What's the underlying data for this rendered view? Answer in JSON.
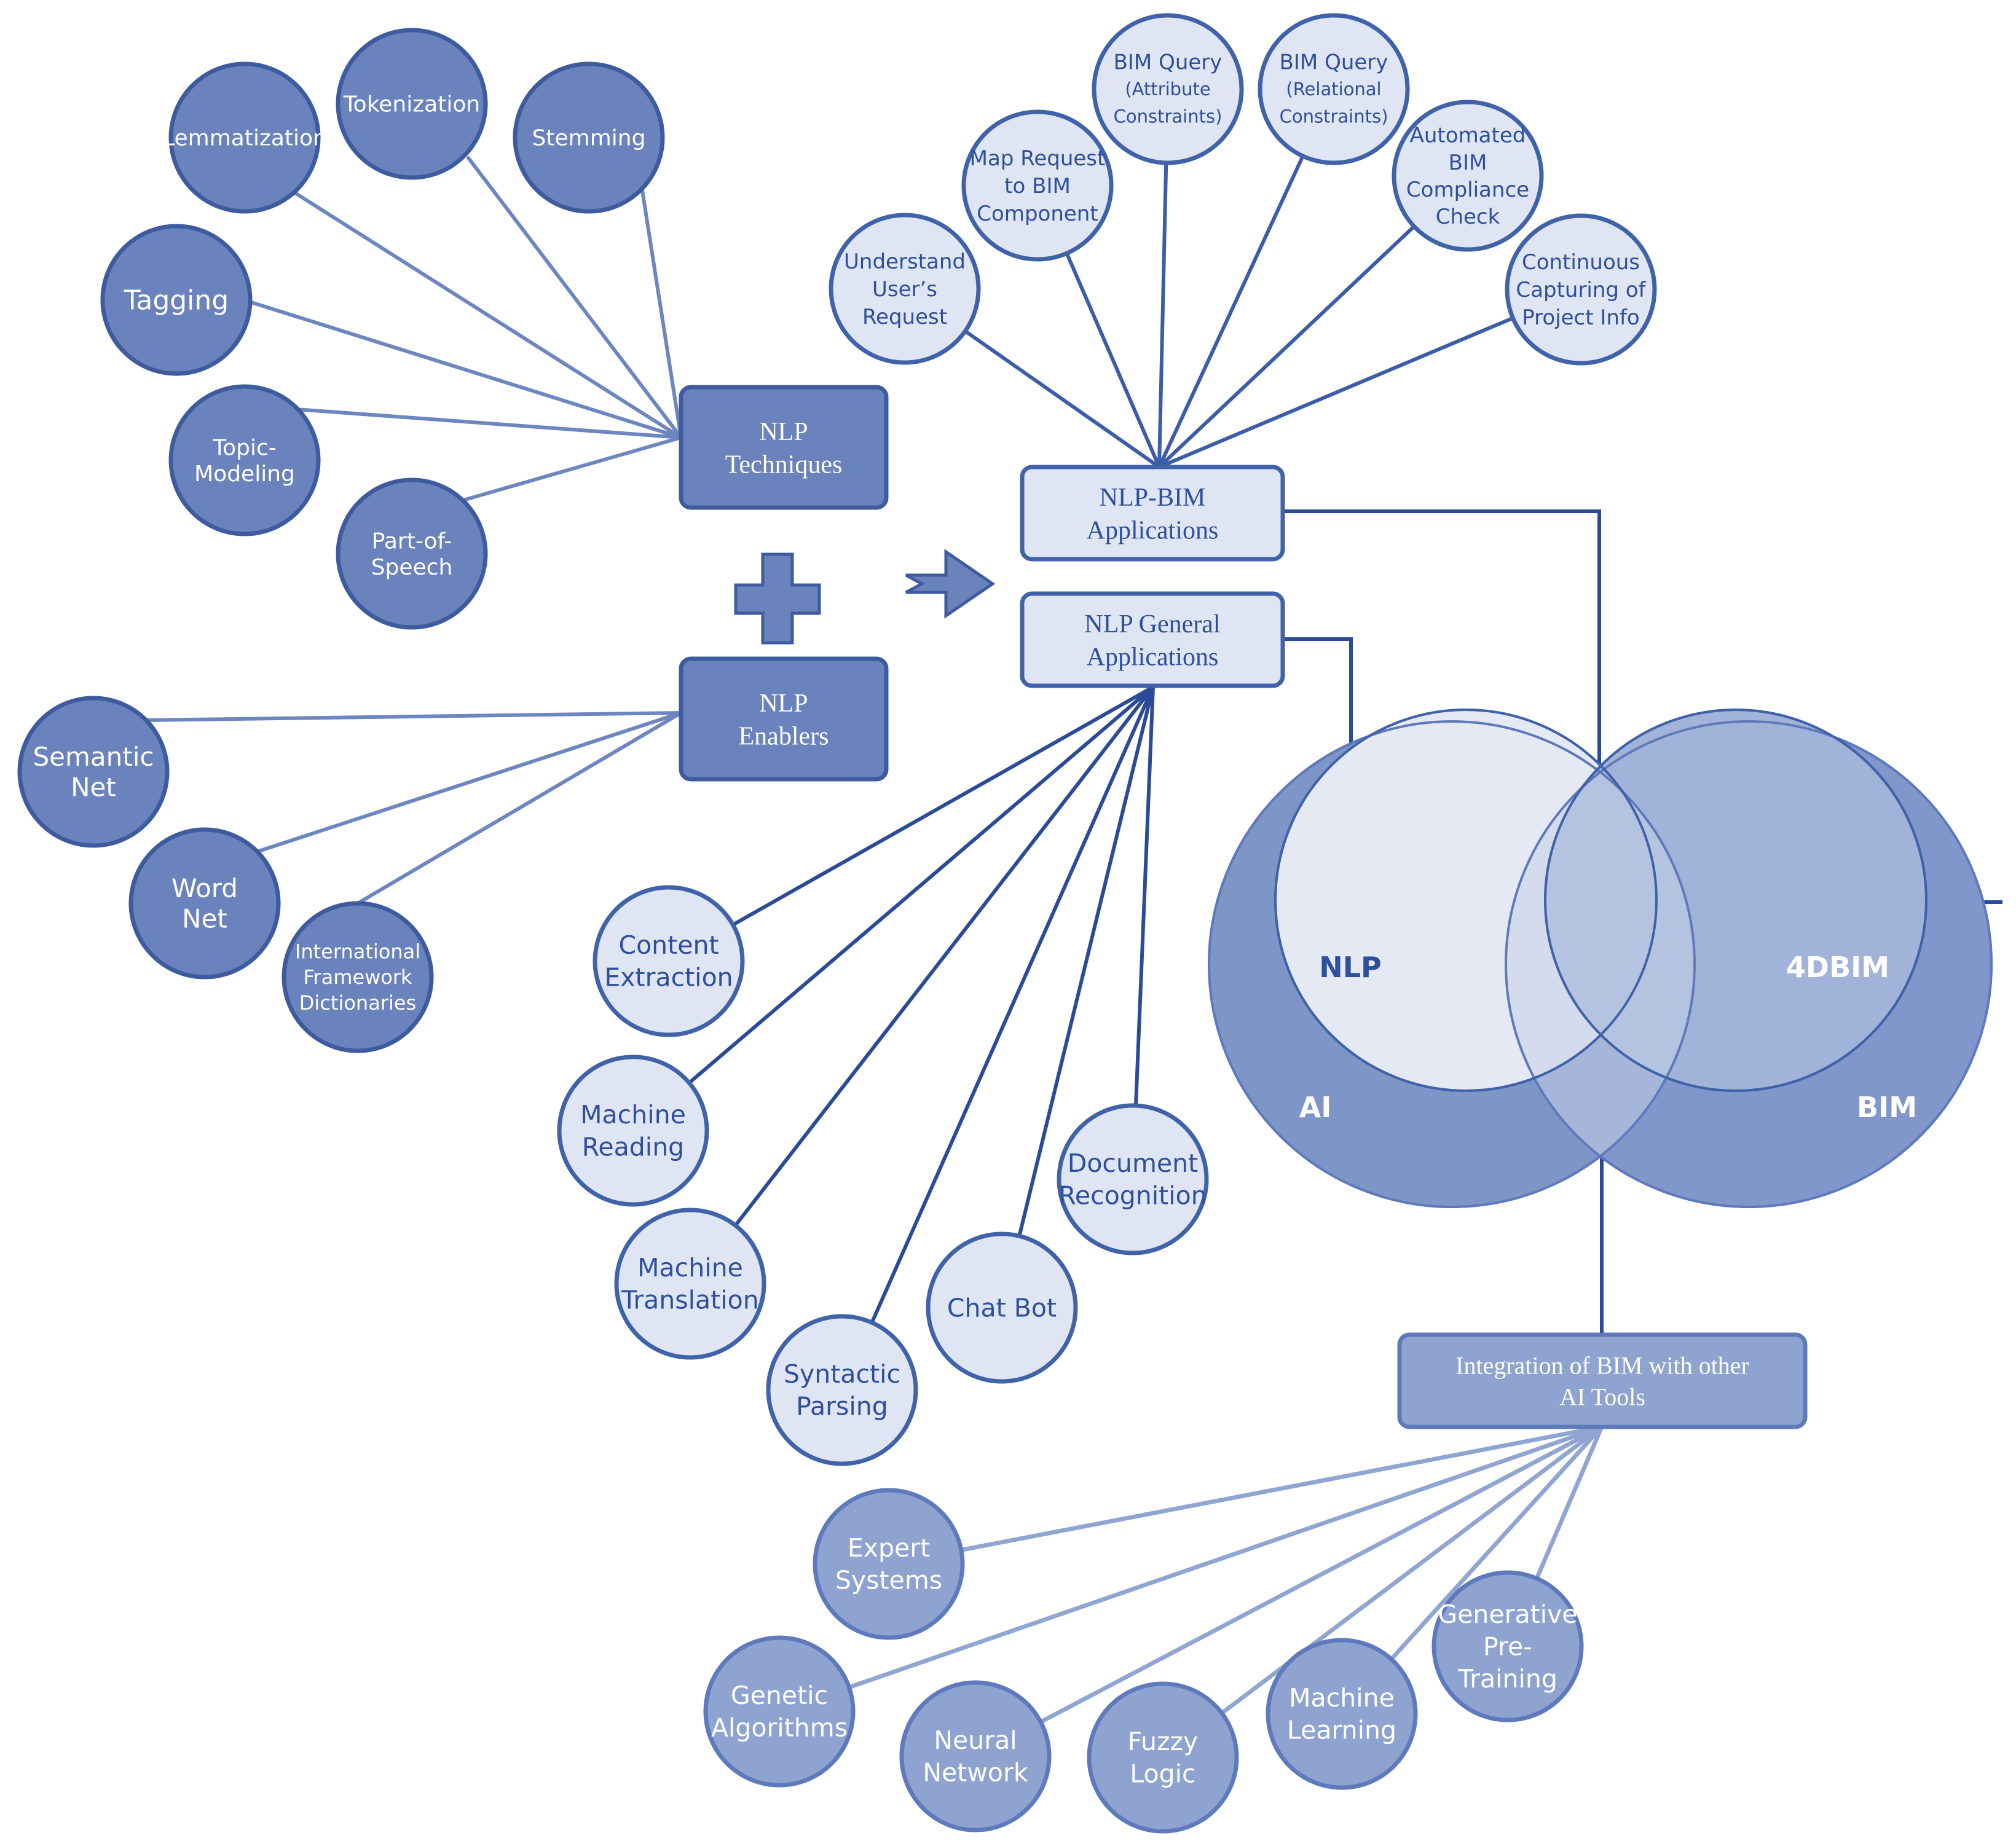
{
  "colors": {
    "dark_fill": "#6a83bd",
    "dark_stroke": "#3e5ba0",
    "pale_fill": "#dfe5f2",
    "pale_stroke": "#3f62a8",
    "pale_text": "#2d4f9e",
    "mid_fill": "#8ea3cf",
    "mid_stroke": "#5f7abc",
    "dark_line": "#6d86c0",
    "pale_line": "#3c5ca8",
    "mid_line": "#90a5d2",
    "ai_fill": "#7e95c7",
    "bim_fill": "#8197cb",
    "nlp_fill": "#e4e9f4",
    "bim4d_fill": "#a1b3d8",
    "overlap_fill": "#c5d0e8",
    "connector": "#2b4a98"
  },
  "techniques": {
    "box": [
      "NLP",
      "Techniques"
    ],
    "items": [
      [
        "Lemmatization"
      ],
      [
        "Tokenization"
      ],
      [
        "Stemming"
      ],
      [
        "Tagging"
      ],
      [
        "Topic-",
        "Modeling"
      ],
      [
        "Part-of-",
        "Speech"
      ]
    ]
  },
  "enablers": {
    "box": [
      "NLP",
      "Enablers"
    ],
    "items": [
      [
        "Semantic",
        "Net"
      ],
      [
        "Word",
        "Net"
      ],
      [
        "International",
        "Framework",
        "Dictionaries"
      ]
    ]
  },
  "bim_apps": {
    "box": [
      "NLP-BIM",
      "Applications"
    ],
    "items": [
      [
        "Understand",
        "User’s",
        "Request"
      ],
      [
        "Map Request",
        "to BIM",
        "Component"
      ],
      [
        "BIM Query",
        "(Attribute",
        "Constraints)"
      ],
      [
        "BIM Query",
        "(Relational",
        "Constraints)"
      ],
      [
        "Automated",
        "BIM",
        "Compliance",
        "Check"
      ],
      [
        "Continuous",
        "Capturing of",
        "Project Info"
      ]
    ]
  },
  "general_apps": {
    "box": [
      "NLP General",
      "Applications"
    ],
    "items": [
      [
        "Content",
        "Extraction"
      ],
      [
        "Machine",
        "Reading"
      ],
      [
        "Machine",
        "Translation"
      ],
      [
        "Syntactic",
        "Parsing"
      ],
      [
        "Chat Bot"
      ],
      [
        "Document",
        "Recognition"
      ]
    ]
  },
  "venn": {
    "ai": "AI",
    "bim": "BIM",
    "nlp": "NLP",
    "bim4d": "4DBIM"
  },
  "integration": {
    "box": [
      "Integration of BIM with other",
      "AI Tools"
    ],
    "items": [
      [
        "Expert",
        "Systems"
      ],
      [
        "Genetic",
        "Algorithms"
      ],
      [
        "Neural",
        "Network"
      ],
      [
        "Fuzzy",
        "Logic"
      ],
      [
        "Machine",
        "Learning"
      ],
      [
        "Generative",
        "Pre-",
        "Training"
      ]
    ]
  }
}
